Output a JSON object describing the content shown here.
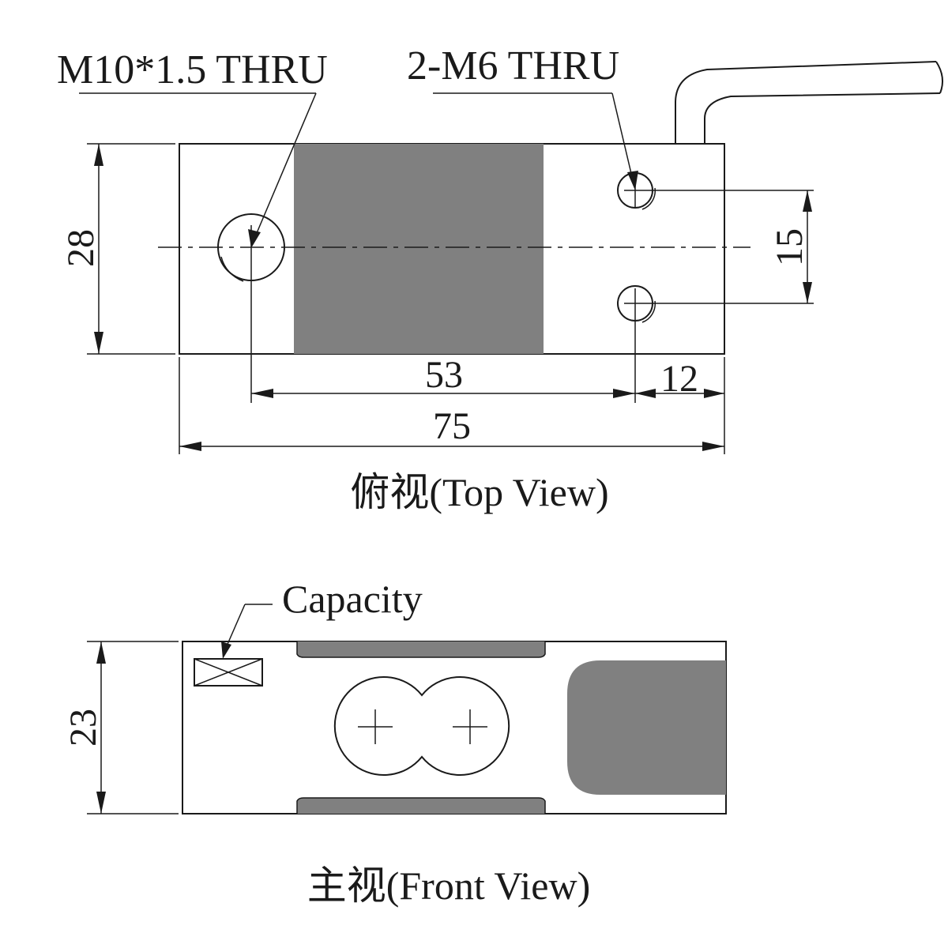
{
  "top_view": {
    "callout_center_hole": "M10*1.5 THRU",
    "callout_side_holes": "2-M6 THRU",
    "dim_height": "28",
    "dim_hole_spacing": "15",
    "dim_hole_distance": "53",
    "dim_edge_offset": "12",
    "dim_length": "75",
    "caption": "俯视(Top View)"
  },
  "front_view": {
    "callout_label": "Capacity",
    "dim_height": "23",
    "caption": "主视(Front View)"
  },
  "colors": {
    "line": "#1a1a1a",
    "strain_area": "#808080",
    "background": "#ffffff"
  }
}
